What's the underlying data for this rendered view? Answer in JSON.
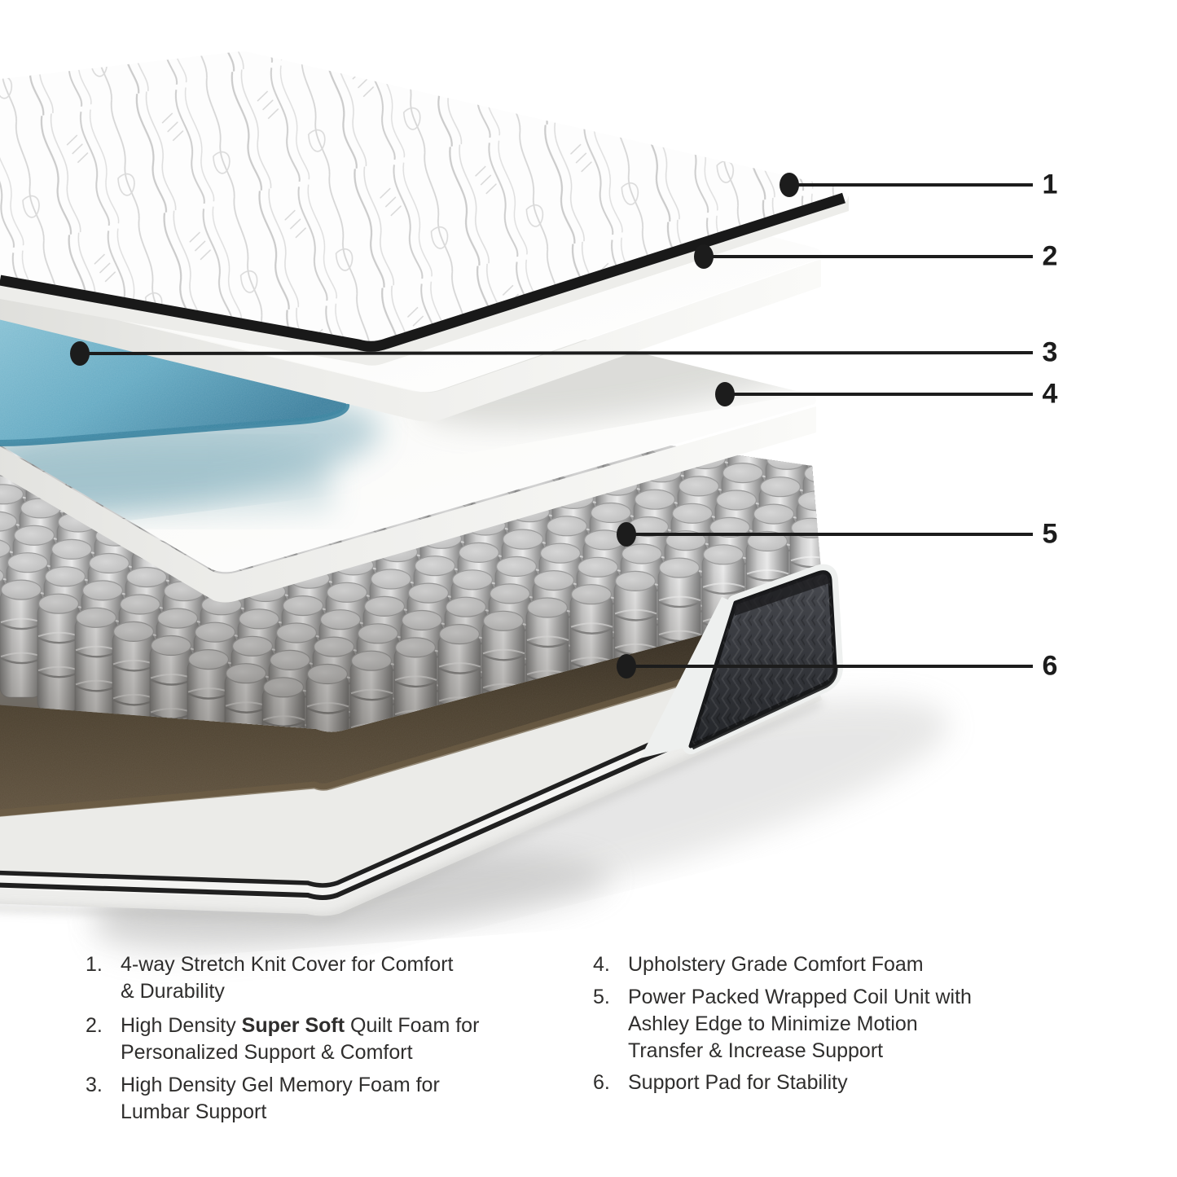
{
  "callouts": [
    {
      "label": "1"
    },
    {
      "label": "2"
    },
    {
      "label": "3"
    },
    {
      "label": "4"
    },
    {
      "label": "5"
    },
    {
      "label": "6"
    }
  ],
  "legend": {
    "items_left": [
      {
        "num": "1.",
        "lines": [
          "4-way Stretch Knit Cover for Comfort",
          "& Durability"
        ]
      },
      {
        "num": "2.",
        "line1_pre": "High Density ",
        "line1_bold": "Super Soft",
        "line1_post": " Quilt Foam for",
        "line2": "Personalized Support & Comfort"
      },
      {
        "num": "3.",
        "lines": [
          "High Density Gel Memory Foam for",
          "Lumbar Support"
        ]
      }
    ],
    "items_right": [
      {
        "num": "4.",
        "lines": [
          "Upholstery Grade Comfort Foam"
        ]
      },
      {
        "num": "5.",
        "lines": [
          "Power Packed Wrapped Coil Unit with",
          "Ashley Edge to Minimize Motion",
          "Transfer & Increase Support"
        ]
      },
      {
        "num": "6.",
        "lines": [
          "Support Pad for Stability"
        ]
      }
    ]
  },
  "colors": {
    "line": "#1c1c1c",
    "text": "#2f2e2d",
    "gel_top": "#7db9cd",
    "gel_edge": "#3c88a8",
    "pad": "#5d4f3a",
    "fabric_panel": "#3b3d42",
    "coil": "#c9c9c9"
  }
}
